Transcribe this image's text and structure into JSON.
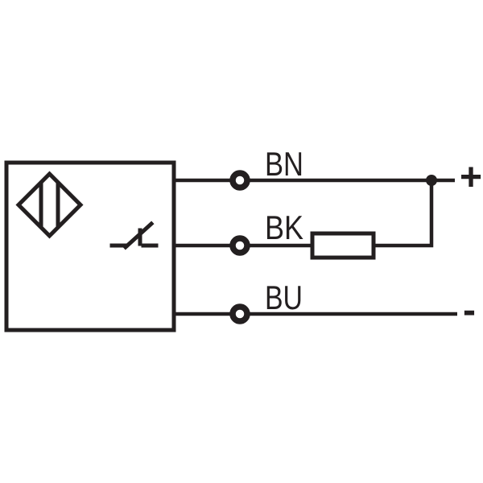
{
  "diagram": {
    "kind": "sensor-3-wire-wiring-diagram",
    "colors": {
      "line": "#231f20",
      "background": "#ffffff"
    },
    "sensor_box": {
      "icons": [
        "proximity-sensor-diamond-icon",
        "no-contact-switch-icon"
      ]
    },
    "wires": [
      {
        "id": "bn",
        "label": "BN"
      },
      {
        "id": "bk",
        "label": "BK"
      },
      {
        "id": "bu",
        "label": "BU"
      }
    ],
    "terminals": {
      "positive": "+",
      "negative": "-"
    },
    "components": {
      "load_resistor": "resistor",
      "junction": "junction-dot",
      "connector_rings": 3
    }
  }
}
